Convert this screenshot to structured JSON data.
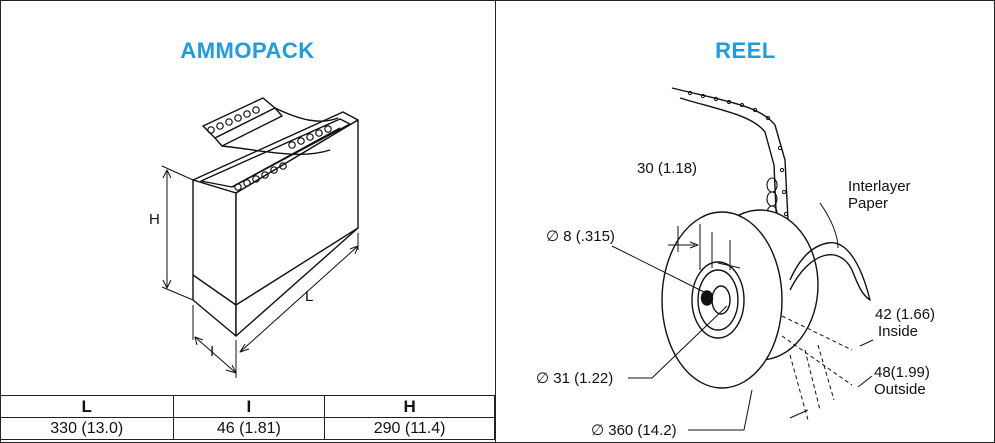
{
  "ammopack": {
    "title": "AMMOPACK",
    "label_h": "H",
    "label_l": "L",
    "label_i": "I",
    "table": {
      "headers": [
        "L",
        "I",
        "H"
      ],
      "row": [
        "330 (13.0)",
        "46 (1.81)",
        "290 (11.4)"
      ]
    }
  },
  "reel": {
    "title": "REEL",
    "dim_30": "30 (1.18)",
    "dim_8": "∅ 8 (.315)",
    "dim_31": "∅ 31 (1.22)",
    "dim_360": "∅ 360 (14.2)",
    "interlayer_1": "Interlayer",
    "interlayer_2": "Paper",
    "dim_42": "42 (1.66)",
    "inside": "Inside",
    "dim_48": "48(1.99)",
    "outside": "Outside"
  },
  "colors": {
    "title": "#1f9be0",
    "line": "#111111"
  }
}
